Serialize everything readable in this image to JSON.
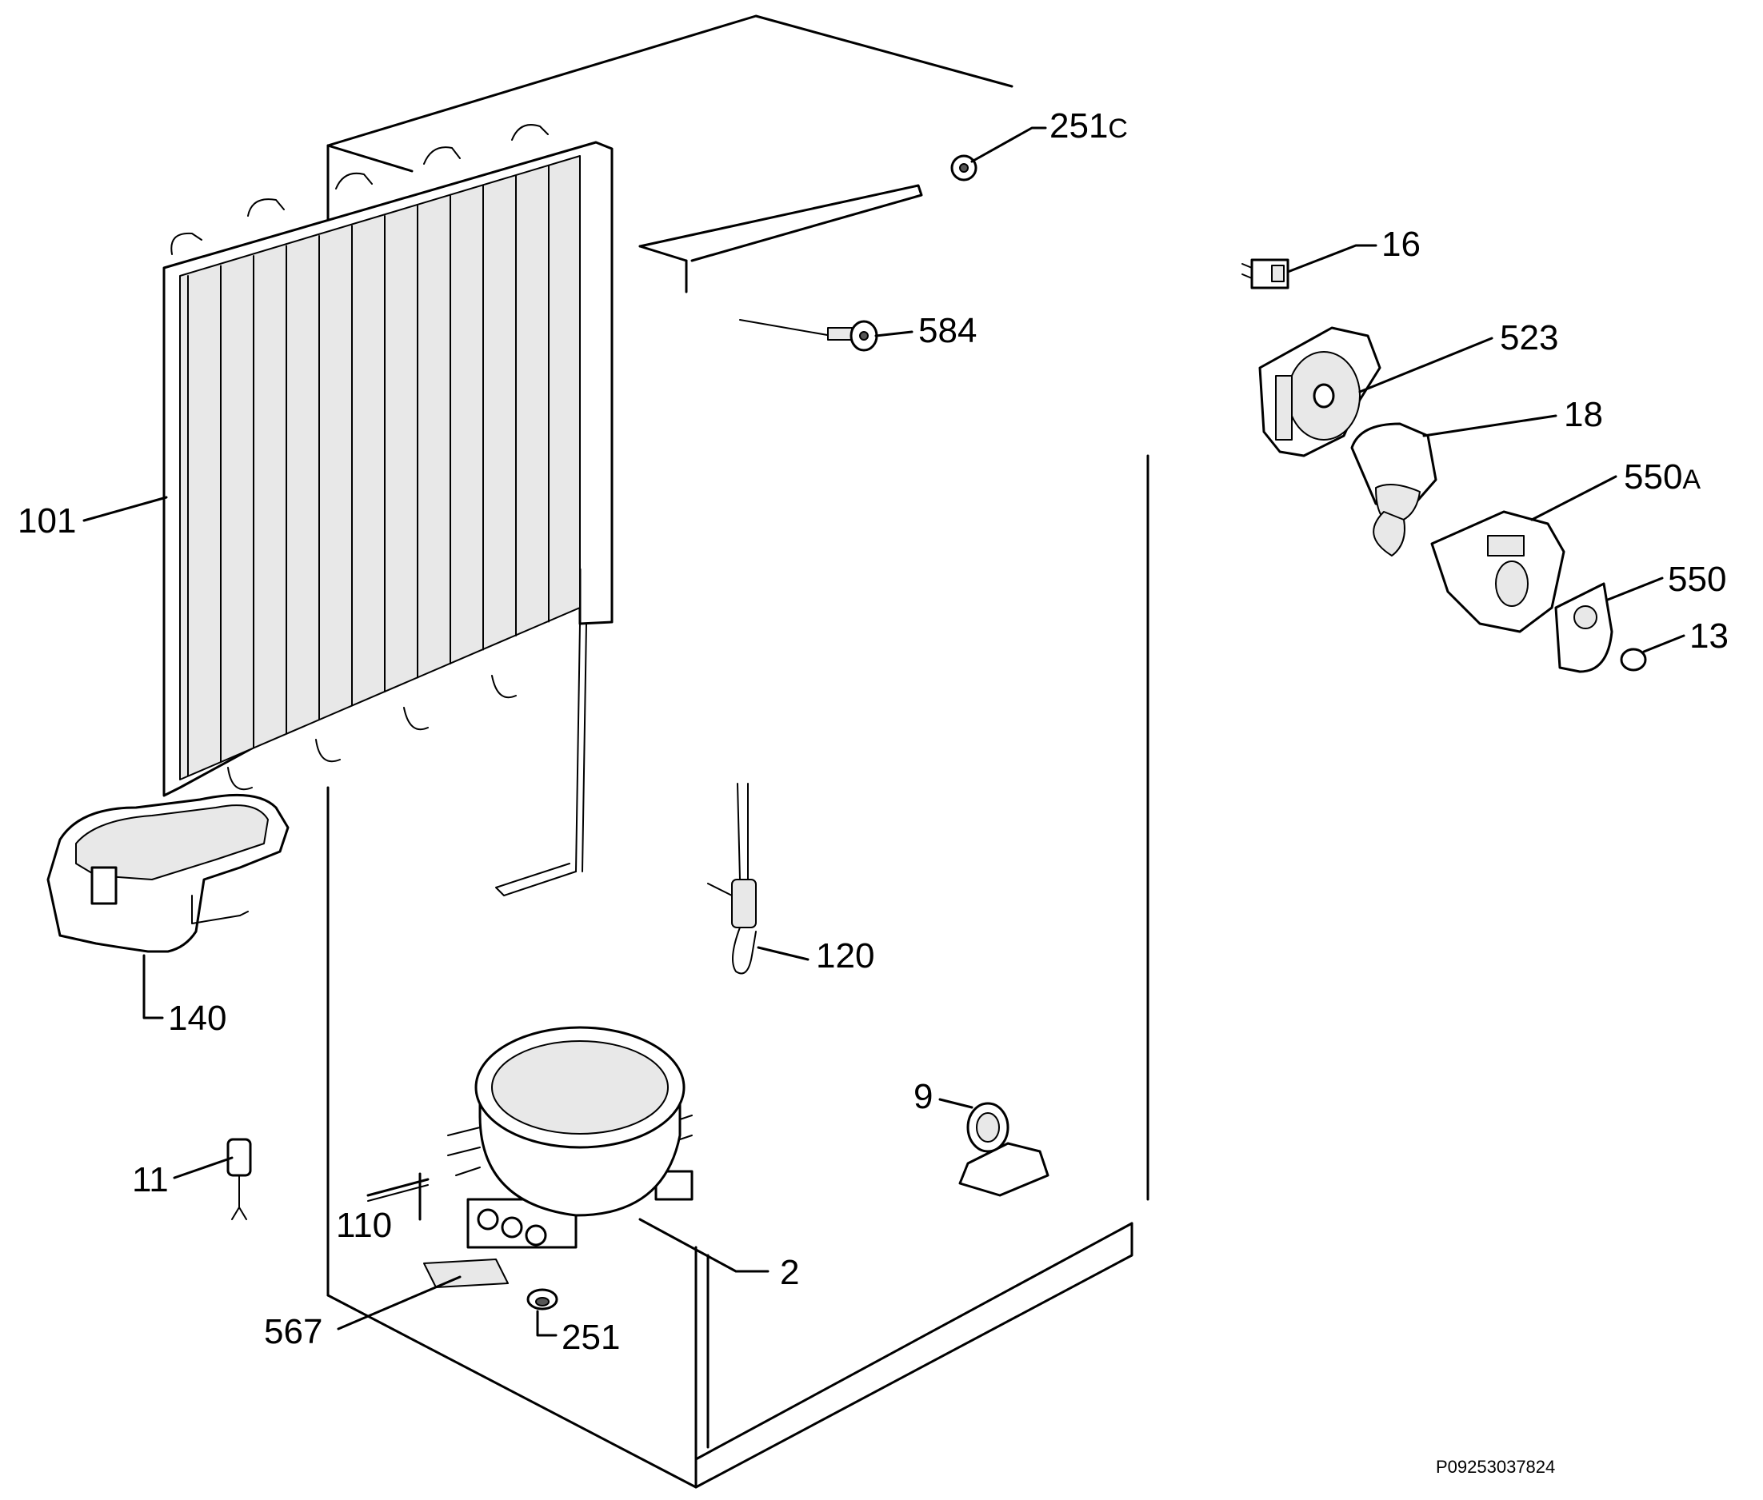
{
  "diagram": {
    "labels": {
      "l101": "101",
      "l140": "140",
      "l11": "11",
      "l110": "110",
      "l567": "567",
      "l251": "251",
      "l2": "2",
      "l9": "9",
      "l120": "120",
      "l584": "584",
      "l251c_num": "251",
      "l251c_suffix": "C",
      "l16": "16",
      "l523": "523",
      "l18": "18",
      "l550a_num": "550",
      "l550a_suffix": "A",
      "l550": "550",
      "l13": "13"
    },
    "reference_code": "P09253037824"
  }
}
